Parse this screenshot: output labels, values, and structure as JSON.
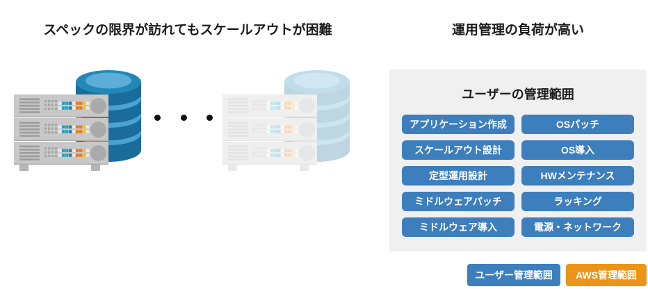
{
  "page": {
    "background": "#ffffff"
  },
  "left_section": {
    "title": "スペックの限界が訪れてもスケールアウトが困難",
    "illustrations": [
      {
        "name": "server-rack-with-database",
        "style": "solid"
      },
      {
        "name": "server-rack-with-database",
        "style": "faded"
      }
    ],
    "separator": {
      "icon": "three-dots",
      "count": 3
    }
  },
  "right_section": {
    "title": "運用管理の負荷が高い",
    "panel": {
      "title": "ユーザーの管理範囲",
      "background": "#f0f0f1",
      "item_color": "#3d7ebd",
      "items_left": [
        "アプリケーション作成",
        "スケールアウト設計",
        "定型運用設計",
        "ミドルウェアパッチ",
        "ミドルウェア導入"
      ],
      "items_right": [
        "OSパッチ",
        "OS導入",
        "HWメンテナンス",
        "ラッキング",
        "電源・ネットワーク"
      ]
    },
    "legend": [
      {
        "label": "ユーザー管理範囲",
        "color": "#3d7ebd"
      },
      {
        "label": "AWS管理範囲",
        "color": "#ea9419"
      }
    ]
  },
  "illustration_colors": {
    "database_body": "#1b6c9b",
    "database_band": "#4aa3d0",
    "database_top": "#2289b6",
    "database_top_inner": "#5cadda",
    "server_body": "#c8c8c8",
    "server_detail": "#9c9c9c",
    "led_teal": "#28a3bd",
    "led_blue": "#2f7dbf",
    "led_orange": "#e8791e",
    "led_yellow": "#f6c51d"
  }
}
